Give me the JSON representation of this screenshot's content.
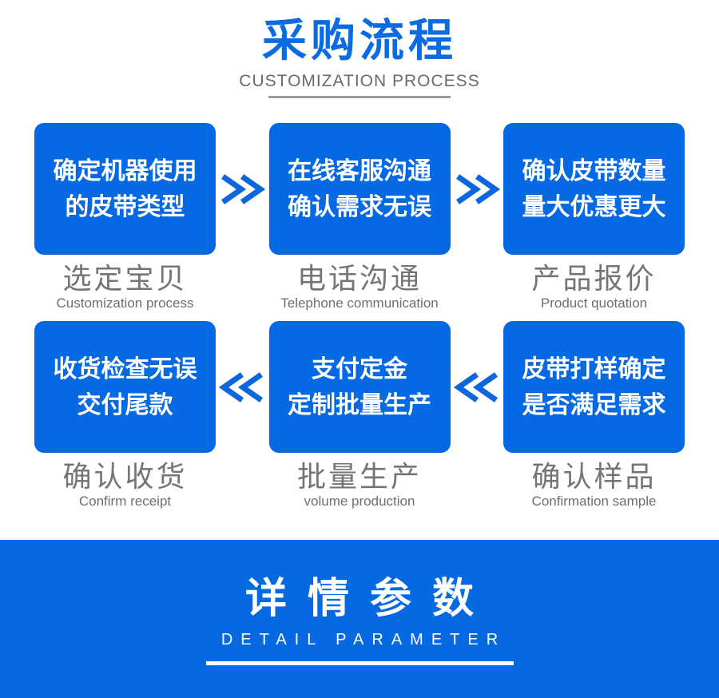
{
  "colors": {
    "title_blue": "#0b6be5",
    "box_blue": "#0669e4",
    "arrow_blue": "#0c66de",
    "banner_blue": "#0569e2",
    "gray_text": "#6e6e6e"
  },
  "process": {
    "title": "采购流程",
    "subtitle": "CUSTOMIZATION PROCESS",
    "steps": [
      {
        "box_line1": "确定机器使用",
        "box_line2": "的皮带类型",
        "label_cn": "选定宝贝",
        "label_en": "Customization process"
      },
      {
        "box_line1": "在线客服沟通",
        "box_line2": "确认需求无误",
        "label_cn": "电话沟通",
        "label_en": "Telephone communication"
      },
      {
        "box_line1": "确认皮带数量",
        "box_line2": "量大优惠更大",
        "label_cn": "产品报价",
        "label_en": "Product quotation"
      },
      {
        "box_line1": "收货检查无误",
        "box_line2": "交付尾款",
        "label_cn": "确认收货",
        "label_en": "Confirm receipt"
      },
      {
        "box_line1": "支付定金",
        "box_line2": "定制批量生产",
        "label_cn": "批量生产",
        "label_en": "volume production"
      },
      {
        "box_line1": "皮带打样确定",
        "box_line2": "是否满足需求",
        "label_cn": "确认样品",
        "label_en": "Confirmation sample"
      }
    ]
  },
  "banner": {
    "title": "详情参数",
    "subtitle": "DETAIL PARAMETER"
  }
}
